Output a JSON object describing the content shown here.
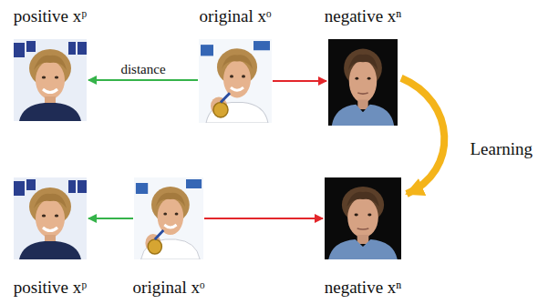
{
  "diagram": {
    "nodes": [
      {
        "text": [
          "positive xᵖ"
        ]
      },
      {
        "text": [
          "original xᵒ"
        ]
      },
      {
        "text": [
          "negative xⁿ"
        ]
      },
      {
        "text": [
          "positive xᵖ"
        ]
      },
      {
        "text": [
          "original xᵒ"
        ]
      },
      {
        "text": [
          "negative xⁿ"
        ]
      }
    ],
    "edges": [
      {
        "from": 1,
        "to": 0,
        "arrow": "to",
        "label": "distance"
      },
      {
        "from": 1,
        "to": 2,
        "arrow": "to"
      },
      {
        "from": 2,
        "to": 5,
        "arrow": "to",
        "label": "Learning"
      },
      {
        "from": 4,
        "to": 3,
        "arrow": "to"
      },
      {
        "from": 4,
        "to": 5,
        "arrow": "to"
      }
    ]
  }
}
